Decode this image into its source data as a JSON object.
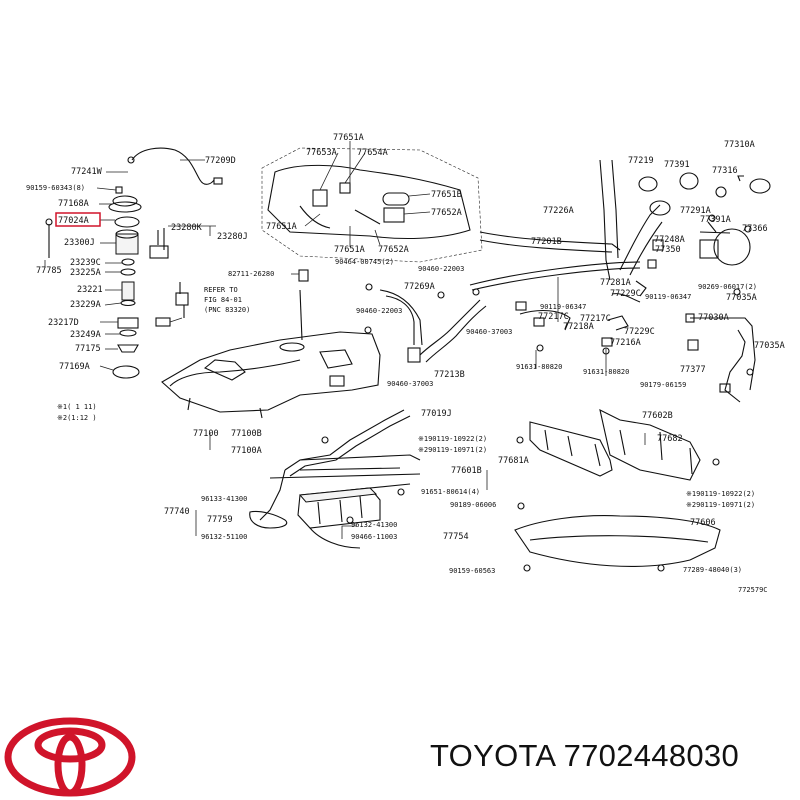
{
  "parts": {
    "p77209D": "77209D",
    "p77241W": "77241W",
    "p90159_60343": "90159-60343(8)",
    "p77168A": "77168A",
    "p77024A": "77024A",
    "p23280K": "23280K",
    "p23280J": "23280J",
    "p23300J": "23300J",
    "p77785": "77785",
    "p23239C": "23239C",
    "p23225A": "23225A",
    "p23221": "23221",
    "p23229A": "23229A",
    "p23217D": "23217D",
    "p23249A": "23249A",
    "p77175": "77175",
    "p77169A": "77169A",
    "p82711_26280": "82711-26280",
    "refer_line1": "REFER TO",
    "refer_line2": "FIG 84-01",
    "refer_line3": "(PNC 83320)",
    "note1": "※1(         1 11)",
    "note2": "※2(1:12       )",
    "p77651A_top": "77651A",
    "p77653A": "77653A",
    "p77654A": "77654A",
    "p77651B": "77651B",
    "p77652A_r": "77652A",
    "p77651A_bl": "77651A",
    "p77651A_b": "77651A",
    "p77652A_b": "77652A",
    "p90464_00745": "90464-00745(2)",
    "p90460_22003_a": "90460-22003",
    "p77269A": "77269A",
    "p90460_22003_b": "90460-22003",
    "p90460_37003_a": "90460-37003",
    "p90460_37003_b": "90460-37003",
    "p77213B": "77213B",
    "p77019J": "77019J",
    "p77100": "77100",
    "p77100B": "77100B",
    "p77100A": "77100A",
    "p77219": "77219",
    "p77391": "77391",
    "p77310A": "77310A",
    "p77316": "77316",
    "p77226A": "77226A",
    "p77201B": "77201B",
    "p77291A": "77291A",
    "p77391A": "77391A",
    "p77366": "77366",
    "p77248A": "77248A",
    "p77350": "77350",
    "p77281A": "77281A",
    "p90119_06347_a": "90119-06347",
    "p77217C_a": "77217C",
    "p77229C_a": "77229C",
    "p90119_06347_b": "90119-06347",
    "p90269_06017": "90269-06017(2)",
    "p77035A_a": "77035A",
    "p77217C_b": "77217C",
    "p77218A": "77218A",
    "p77229C_b": "77229C",
    "p77216A": "77216A",
    "p91631_80820_a": "91631-80820",
    "p91631_80820_b": "91631-80820",
    "p77030A": "77030A",
    "p77035A_b": "77035A",
    "p77377": "77377",
    "p90179_06159": "90179-06159",
    "p77602B": "77602B",
    "p77682": "77682",
    "p90119_10922_a": "※190119-10922(2)",
    "p90119_10971_a": "※290119-10971(2)",
    "p77601B": "77601B",
    "p77681A": "77681A",
    "p90119_10922_b": "※190119-10922(2)",
    "p90119_10971_b": "※290119-10971(2)",
    "p91651_80614": "91651-80614(4)",
    "p90189_06006": "90189-06006",
    "p77606": "77606",
    "p77740": "77740",
    "p96133_41300": "96133-41300",
    "p77759": "77759",
    "p96132_51100": "96132-51100",
    "p96132_41300": "96132-41300",
    "p90466_11003": "90466-11003",
    "p77754": "77754",
    "p90159_60563": "90159-60563",
    "p77289_48040": "77289-48040(3)",
    "drawing_no": "772579C"
  },
  "highlight_color": "#d0142a",
  "brand_color": "#d0142a",
  "footer": {
    "brand": "TOYOTA",
    "part_number": "7702448030",
    "label": "TOYOTA 7702448030"
  }
}
